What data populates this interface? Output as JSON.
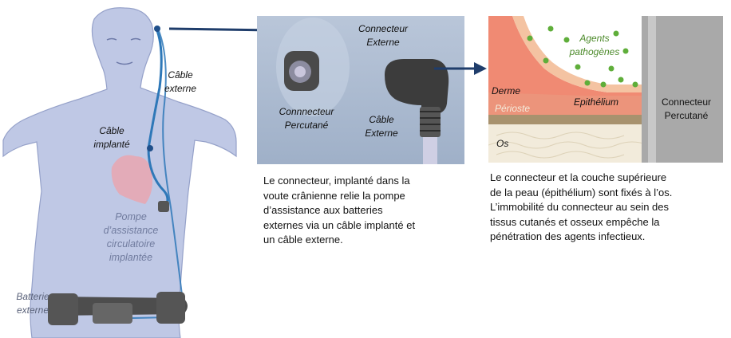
{
  "body_figure": {
    "cable_external_1": "Câble",
    "cable_external_2": "externe",
    "cable_implanted_1": "Câble",
    "cable_implanted_2": "implanté",
    "pump_1": "Pompe",
    "pump_2": "d’assistance",
    "pump_3": "circulatoire",
    "pump_4": "implantée",
    "battery_1": "Batterie",
    "battery_2": "externe"
  },
  "connector_figure": {
    "external_connector_1": "Connecteur",
    "external_connector_2": "Externe",
    "percutaneous_connector_1": "Connnecteur",
    "percutaneous_connector_2": "Percutané",
    "external_cable_1": "Câble",
    "external_cable_2": "Externe",
    "description": [
      "Le connecteur, implanté dans la",
      "voute crânienne relie la pompe",
      "d’assistance aux batteries",
      "externes via un câble implanté et",
      "un câble externe."
    ]
  },
  "tissue_figure": {
    "pathogens_1": "Agents",
    "pathogens_2": "pathogènes",
    "dermis": "Derme",
    "periosteum": "Périoste",
    "epithelium": "Epithélium",
    "bone": "Os",
    "connector_1": "Connecteur",
    "connector_2": "Percutané",
    "description": [
      "Le connecteur et la couche supérieure",
      "de la peau (épithélium) sont fixés à l’os.",
      "L’immobilité du connecteur au sein des",
      "tissus cutanés et osseux empêche la",
      "pénétration des agents infectieux."
    ]
  },
  "colors": {
    "arrow": "#1f3d6b",
    "body": "#b9c3e3",
    "cable": "#2e78b8",
    "pathogen": "#5fae3a",
    "pathogen_label": "#4c8a2a",
    "dermis": "#f08a73",
    "epithelium": "#f4c3a2",
    "periosteum": "#a8926e",
    "bone": "#f2ebdb"
  }
}
